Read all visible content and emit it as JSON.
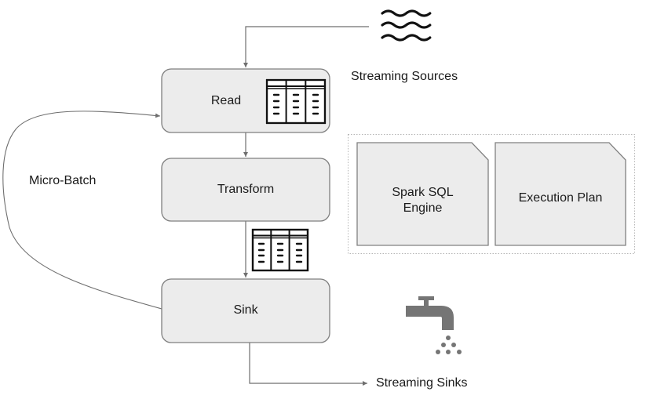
{
  "diagram": {
    "stages": [
      {
        "id": "read",
        "label": "Read"
      },
      {
        "id": "transform",
        "label": "Transform"
      },
      {
        "id": "sink",
        "label": "Sink"
      }
    ],
    "loop_label": "Micro-Batch",
    "sources_label": "Streaming Sources",
    "sinks_label": "Streaming Sinks",
    "engine_group": {
      "cards": [
        {
          "id": "spark-sql-engine",
          "line1": "Spark SQL",
          "line2": "Engine"
        },
        {
          "id": "execution-plan",
          "label": "Execution Plan"
        }
      ]
    },
    "icons": {
      "sources": "waves-icon",
      "table": "table-icon",
      "sinks": "faucet-icon"
    },
    "colors": {
      "box_fill": "#ececec",
      "box_stroke": "#7f7f7f",
      "line": "#6f6f6f",
      "faucet": "#757575"
    }
  }
}
